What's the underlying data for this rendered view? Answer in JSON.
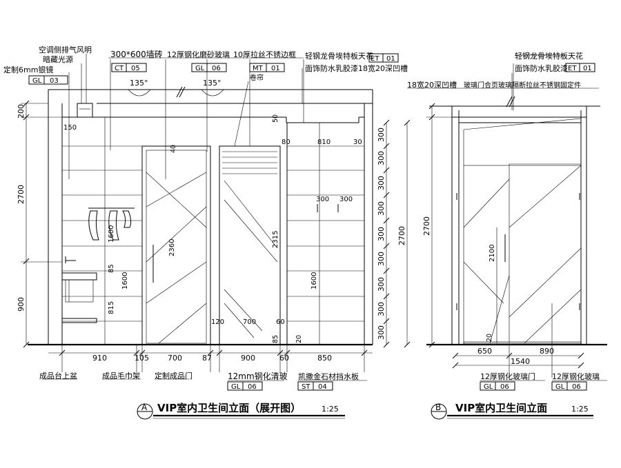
{
  "view_a": {
    "title": "VIP室内卫生间立面（展开图）",
    "scale": "1:25",
    "tag": "A",
    "callouts_top": {
      "exhaust": "空调侧排气风明",
      "hidden_light": "暗藏光源",
      "mirror": "定制6mm银镜",
      "tile": "300*600墙砖",
      "frosted_glass": "12厚钢化磨砂玻璃",
      "steel_frame": "10厚拉丝不锈边框",
      "ceiling": "轻钢龙骨埃特板天花",
      "paint_groove": "面饰防水乳胶漆18宽20深凹槽",
      "blind": "卷帘"
    },
    "codes_top": [
      {
        "code": "GL",
        "num": "03"
      },
      {
        "code": "CT",
        "num": "05"
      },
      {
        "code": "GL",
        "num": "06"
      },
      {
        "code": "MT",
        "num": "01"
      },
      {
        "code": "ET",
        "num": "01"
      }
    ],
    "angle_1": "135°",
    "angle_2": "135°",
    "dims_left": [
      "200",
      "2700",
      "900"
    ],
    "dims_right": [
      "300",
      "300",
      "300",
      "300",
      "300",
      "300",
      "300",
      "300",
      "300"
    ],
    "dim_right_total": "2700",
    "dims_inner": {
      "d150": "150",
      "d50": "50",
      "d40": "40",
      "d80": "80",
      "d810": "810",
      "d30": "30",
      "d300a": "300",
      "d300b": "300",
      "d2360": "2360",
      "d2315": "2315",
      "d1600a": "1600",
      "d1600b": "1600",
      "d85a": "85",
      "d815": "815",
      "d120": "120",
      "d700b": "700",
      "d60a": "60",
      "d85b": "85",
      "d20": "20"
    },
    "dims_bottom": [
      "910",
      "105",
      "700",
      "87",
      "900",
      "60",
      "850"
    ],
    "callouts_bottom": {
      "basin": "成品台上盆",
      "towel": "成品毛巾架",
      "door": "定制成品门",
      "clear_glass": "12mm钢化清玻",
      "stone": "凯撒金石材挡水板"
    },
    "codes_bottom": [
      {
        "code": "GL",
        "num": "06"
      },
      {
        "code": "ST",
        "num": "04"
      }
    ]
  },
  "view_b": {
    "title": "VIP室内卫生间立面",
    "scale": "1:25",
    "tag": "B",
    "callouts_top": {
      "ceiling": "轻钢龙骨埃特板天花",
      "paint": "面饰防水乳胶漆",
      "groove": "18宽20深凹槽",
      "glass_fix": "玻璃门合页玻璃隔断拉丝不锈钢固定件"
    },
    "codes_top": [
      {
        "code": "ET",
        "num": "01"
      }
    ],
    "dim_left": "2700",
    "dim_2100": "2100",
    "dim_20": "20",
    "dims_bottom": {
      "d650": "650",
      "d890": "890",
      "d1540": "1540"
    },
    "callouts_bottom": {
      "glass_door": "12厚钢化玻璃门",
      "glass": "12厚钢化玻璃"
    },
    "codes_bottom": [
      {
        "code": "GL",
        "num": "06"
      },
      {
        "code": "GL",
        "num": "06"
      }
    ]
  }
}
